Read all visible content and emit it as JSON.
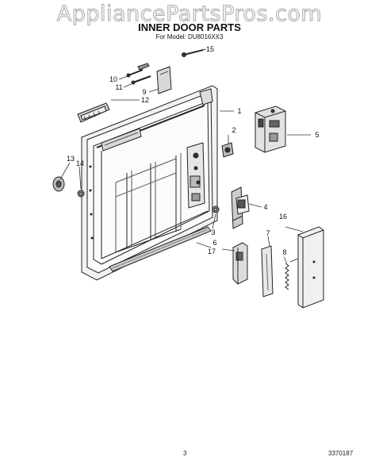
{
  "watermark": "AppliancePartsPros.com",
  "header": {
    "title": "INNER DOOR PARTS",
    "model_line": "For Model: DU8016XX3"
  },
  "callouts": {
    "c1": "1",
    "c2": "2",
    "c3": "3",
    "c4": "4",
    "c5": "5",
    "c6": "6",
    "c7": "7",
    "c8": "8",
    "c9": "9",
    "c10": "10",
    "c11": "11",
    "c12": "12",
    "c13": "13",
    "c14": "14",
    "c15": "15",
    "c16": "16",
    "c17": "17"
  },
  "footer": {
    "page_number": "3",
    "document_number": "3370187"
  }
}
